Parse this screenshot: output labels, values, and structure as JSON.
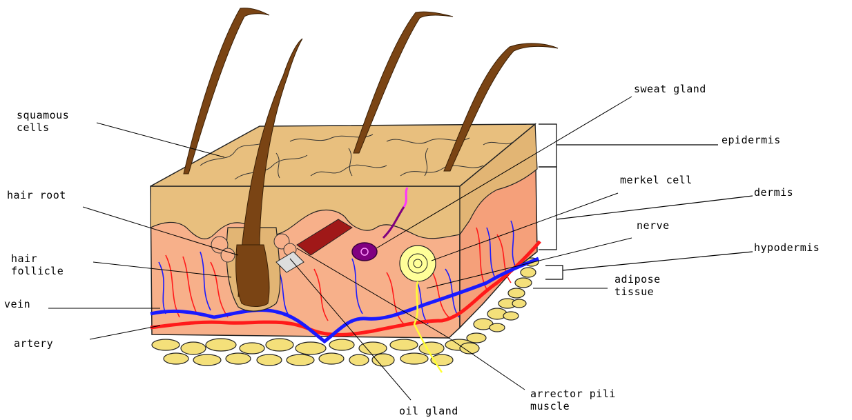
{
  "labels": {
    "squamous_cells": "squamous\ncells",
    "hair_root": "hair root",
    "hair_follicle": "hair\nfollicle",
    "vein": "vein",
    "artery": "artery",
    "sweat_gland": "sweat gland",
    "epidermis": "epidermis",
    "merkel_cell": "merkel cell",
    "dermis": "dermis",
    "nerve": "nerve",
    "hypodermis": "hypodermis",
    "adipose_tissue": "adipose\ntissue",
    "arrector_pili_muscle": "arrector pili\nmuscle",
    "oil_gland": "oil gland"
  },
  "colors": {
    "epidermis": "#e8bf7e",
    "dermis": "#f7b08a",
    "hair": "#7a4414",
    "vein": "#1a1aff",
    "artery": "#ff1a1a",
    "fat": "#f4e07a",
    "nerve": "#ffff66",
    "sweat_gland": "#800080",
    "sweat_duct": "#ff33ff"
  }
}
